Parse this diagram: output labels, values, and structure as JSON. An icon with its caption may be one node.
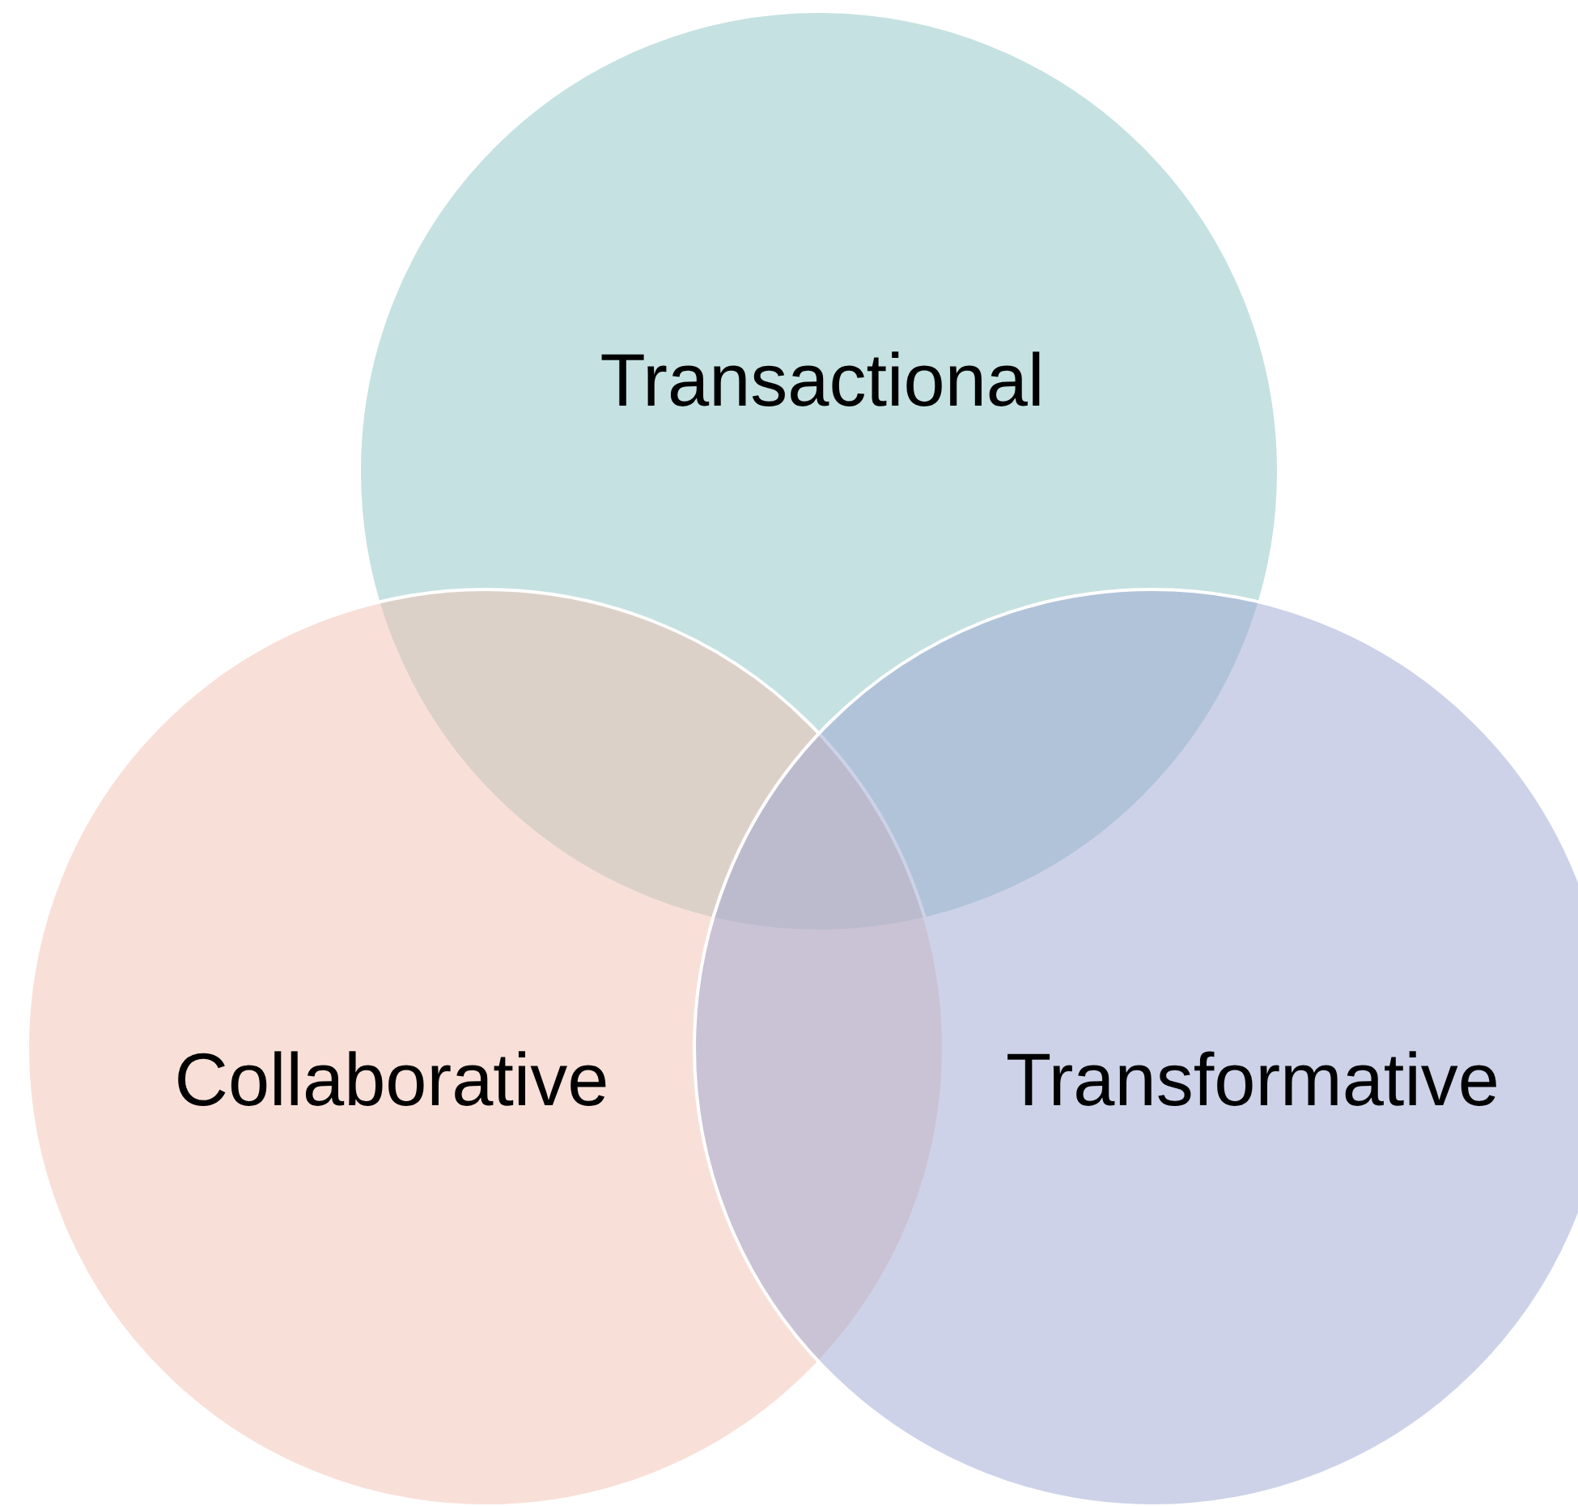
{
  "diagram": {
    "nodes": [
      {
        "text": [
          "Transactional"
        ]
      },
      {
        "text": [
          "Collaborative"
        ]
      },
      {
        "text": [
          "Transformative"
        ]
      }
    ]
  }
}
